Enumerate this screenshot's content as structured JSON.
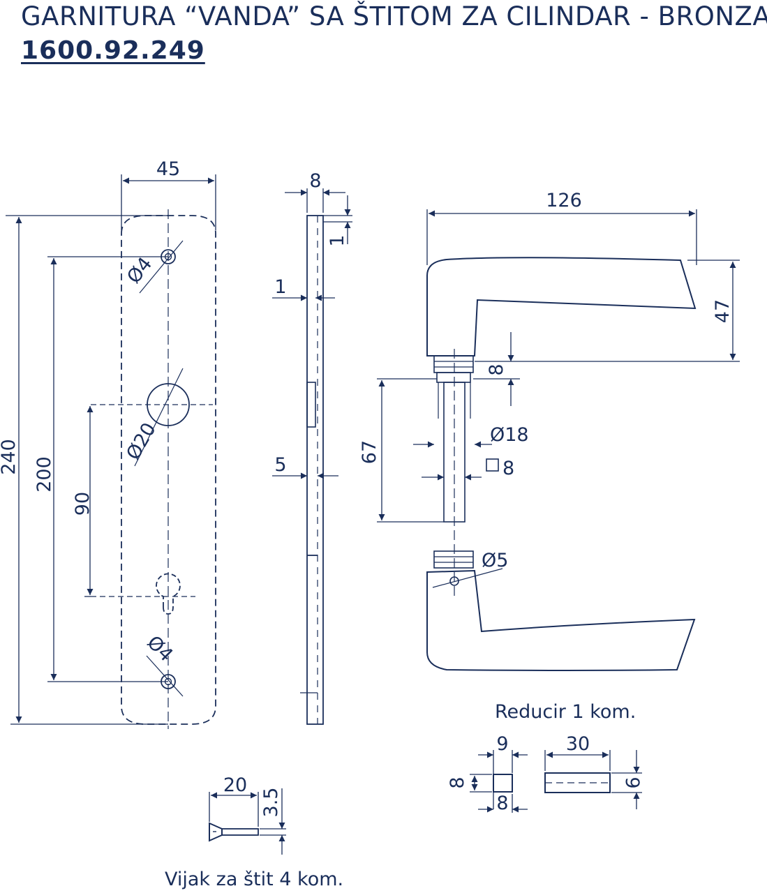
{
  "header": {
    "title": "GARNITURA “VANDA” SA ŠTITOM ZA CILINDAR - BRONZA",
    "code": "1600.92.249"
  },
  "plate_front": {
    "width": "45",
    "height": "240",
    "screw_spacing": "200",
    "handle_to_cylinder": "90",
    "hole_top": "Ø4",
    "hole_bottom": "Ø4",
    "spindle_hole": "Ø20"
  },
  "plate_side": {
    "thickness": "8",
    "top_offset": "1",
    "rim": "1",
    "depth": "5"
  },
  "handle": {
    "length": "126",
    "height": "47",
    "collar": "8",
    "spindle_length": "67",
    "rose_diameter": "Ø18",
    "spindle_square": "8",
    "grub_screw": "Ø5"
  },
  "reducer": {
    "caption": "Reducir 1 kom.",
    "width": "9",
    "height": "8",
    "inner": "8",
    "length": "30",
    "side": "9"
  },
  "screw": {
    "caption": "Vijak za štit 4 kom.",
    "length": "20",
    "diameter": "3.5"
  },
  "colors": {
    "ink": "#1a2e5a",
    "background": "#ffffff"
  }
}
